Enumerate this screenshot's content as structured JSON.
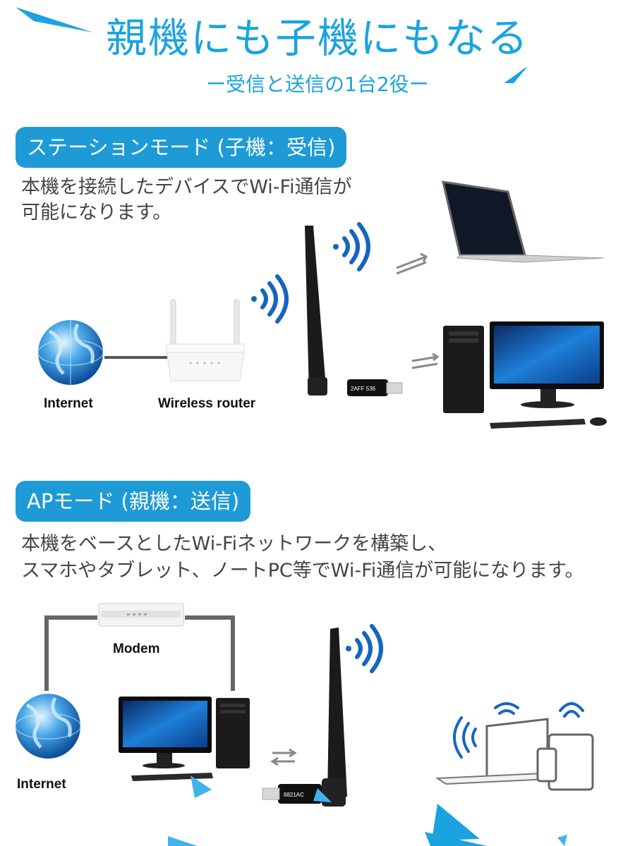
{
  "header": {
    "title": "親機にも子機にもなる",
    "subtitle": "ー受信と送信の1台2役ー"
  },
  "station_mode": {
    "badge": "ステーションモード (子機：受信)",
    "desc_line1": "本機を接続したデバイスでWi-Fi通信が",
    "desc_line2": "可能になります。",
    "labels": {
      "internet": "Internet",
      "router": "Wireless router",
      "adapter_text": "2AFF 536"
    }
  },
  "ap_mode": {
    "badge": "APモード (親機：送信)",
    "desc_line1": "本機をベースとしたWi-Fiネットワークを構築し、",
    "desc_line2": "スマホやタブレット、ノートPC等でWi-Fi通信が可能になります。",
    "labels": {
      "modem": "Modem",
      "internet": "Internet",
      "adapter_text": "8821AC"
    }
  },
  "colors": {
    "accent": "#1aa3e0",
    "badge_bg": "#1e9ad6",
    "wifi_wave": "#1565c0"
  },
  "icons": [
    "globe-icon",
    "router-icon",
    "usb-adapter-icon",
    "laptop-icon",
    "desktop-pc-icon",
    "modem-icon",
    "tablet-icon",
    "smartphone-icon",
    "wifi-signal-icon",
    "transfer-arrows-icon"
  ]
}
